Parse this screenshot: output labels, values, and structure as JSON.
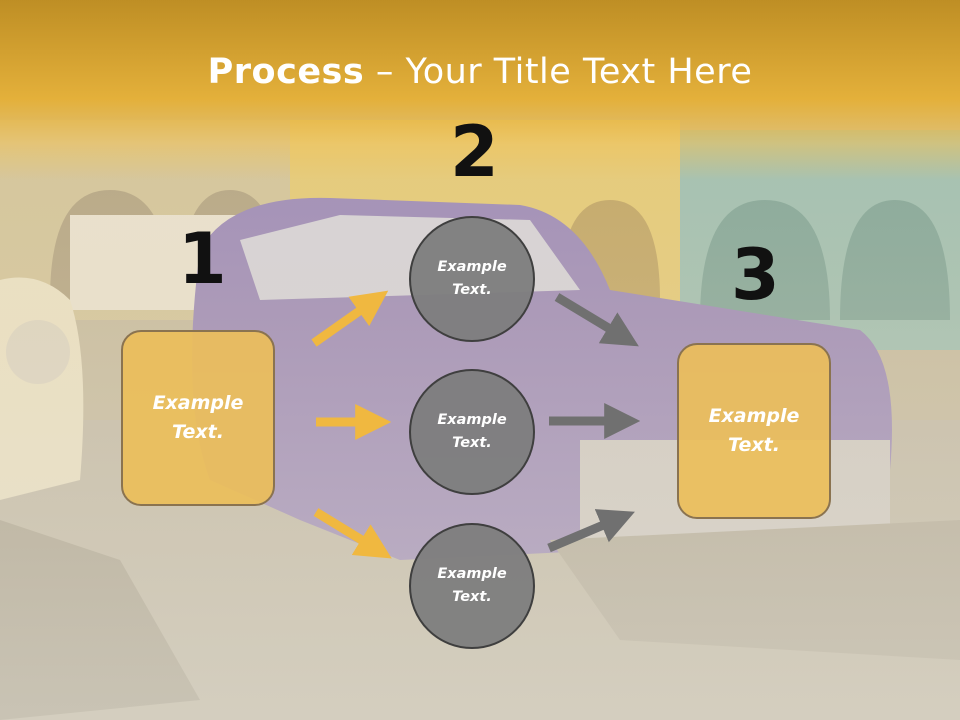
{
  "slide": {
    "title_bold": "Process",
    "title_rest": " – Your Title Text Here"
  },
  "steps": [
    {
      "number": "1",
      "label": "Example Text."
    },
    {
      "number": "2",
      "label": "Example Text."
    },
    {
      "number": "3",
      "label": "Example Text."
    }
  ],
  "circles": [
    {
      "label": "Example Text."
    },
    {
      "label": "Example Text."
    },
    {
      "label": "Example Text."
    }
  ],
  "colors": {
    "title_band": "#e6af32",
    "box_fill": "#ecbe5a",
    "circle_fill": "#7d7d7d",
    "arrow_yellow": "#f0b840",
    "arrow_gray": "#707070"
  }
}
